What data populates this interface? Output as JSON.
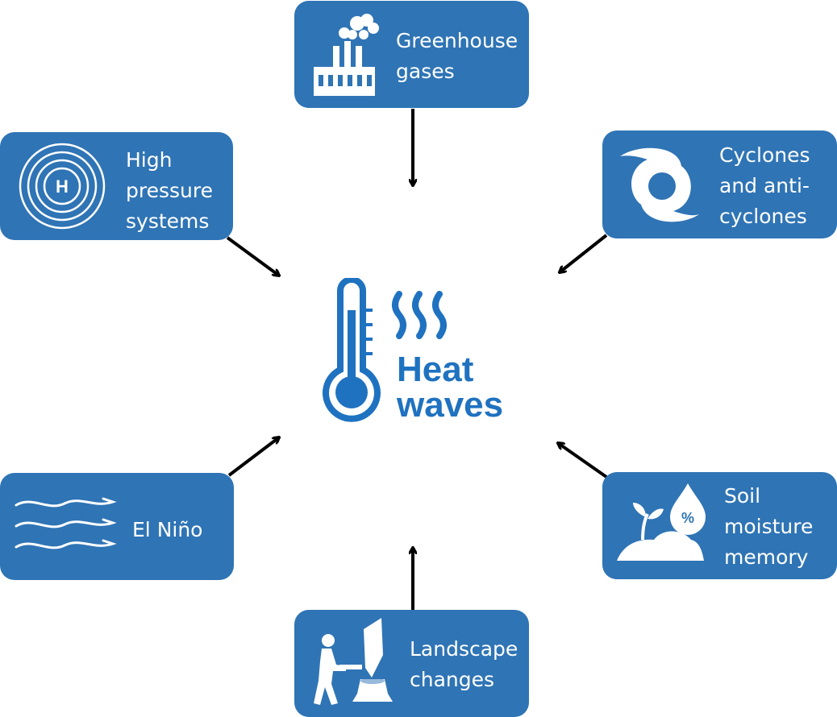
{
  "center": {
    "title": "Heat\nwaves",
    "icon": "thermometer-heat-icon"
  },
  "factors": [
    {
      "label": "Greenhouse\ngases",
      "icon": "factory-icon"
    },
    {
      "label": "High\npressure\nsystems",
      "icon": "high-pressure-icon"
    },
    {
      "label": "Cyclones\nand anti-\ncyclones",
      "icon": "cyclone-icon"
    },
    {
      "label": "El Niño",
      "icon": "wind-waves-icon"
    },
    {
      "label": "Soil\nmoisture\nmemory",
      "icon": "soil-moisture-icon"
    },
    {
      "label": "Landscape\nchanges",
      "icon": "deforestation-icon"
    }
  ],
  "colors": {
    "card": "#2f74b5",
    "icon_blue": "#1f72c0",
    "arrow": "#000000",
    "text": "#ffffff"
  }
}
